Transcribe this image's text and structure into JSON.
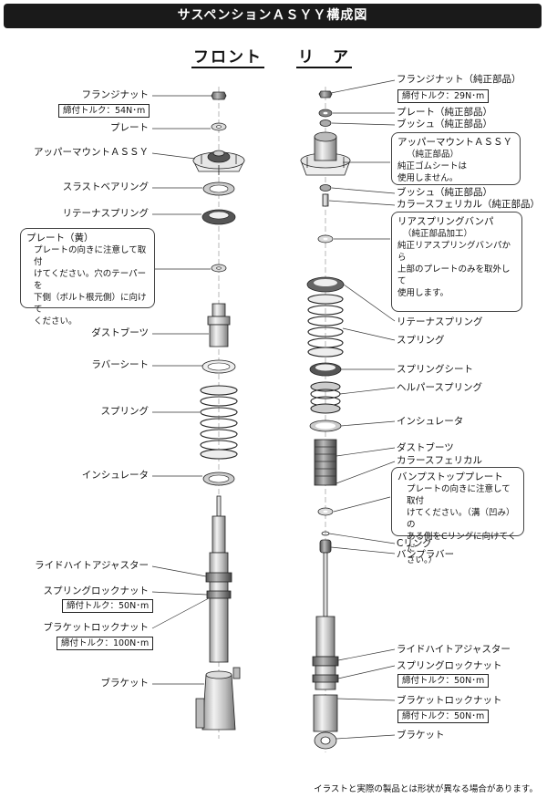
{
  "title": "サスペンションＡＳＹＹ構成図",
  "columns": {
    "front": "フロント",
    "rear": "リ　ア"
  },
  "front": {
    "flange_nut": "フランジナット",
    "flange_nut_torque": "締付トルク：54N･m",
    "plate": "プレート",
    "upper_mount": "アッパーマウントＡＳＳＹ",
    "thrust_bearing": "スラストベアリング",
    "retainer_spring": "リテーナスプリング",
    "dust_boot": "ダストブーツ",
    "rubber_seat": "ラバーシート",
    "spring": "スプリング",
    "insulator": "インシュレータ",
    "ride_height_adjuster": "ライドハイトアジャスター",
    "spring_lock_nut": "スプリングロックナット",
    "spring_lock_nut_torque": "締付トルク：50N･m",
    "bracket_lock_nut": "ブラケットロックナット",
    "bracket_lock_nut_torque": "締付トルク：100N･m",
    "bracket": "ブラケット"
  },
  "plate_note": {
    "head": "プレート（黄）",
    "lines": [
      "プレートの向きに注意して取付",
      "けてください。穴のテーパーを",
      "下側（ボルト根元側）に向けて",
      "ください。"
    ]
  },
  "rear": {
    "flange_nut": "フランジナット（純正部品）",
    "flange_nut_torque": "締付トルク：29N･m",
    "plate": "プレート（純正部品）",
    "bush": "ブッシュ（純正部品）",
    "bush2": "ブッシュ（純正部品）",
    "collar_spherical": "カラースフェリカル（純正部品）",
    "retainer_spring": "リテーナスプリング",
    "spring": "スプリング",
    "spring_seat": "スプリングシート",
    "helper_spring": "ヘルパースプリング",
    "insulator": "インシュレータ",
    "dust_boot": "ダストブーツ",
    "collar_spherical2": "カラースフェリカル",
    "c_ring": "Cリング",
    "bump_rubber": "バンプラバー",
    "ride_height_adjuster": "ライドハイトアジャスター",
    "spring_lock_nut": "スプリングロックナット",
    "spring_lock_nut_torque": "締付トルク：50N･m",
    "bracket_lock_nut": "ブラケットロックナット",
    "bracket_lock_nut_torque": "締付トルク：50N･m",
    "bracket": "ブラケット"
  },
  "upper_mount_note": {
    "head": "アッパーマウントＡＳＳＹ",
    "sub": "（純正部品）",
    "lines": [
      "純正ゴムシートは",
      "使用しません。"
    ]
  },
  "bumper_note": {
    "head": "リアスプリングバンパ",
    "sub": "（純正部品加工）",
    "lines": [
      "純正リアスプリングバンパから",
      "上部のプレートのみを取外して",
      "使用します。"
    ]
  },
  "bump_plate_note": {
    "head": "バンプストッププレート",
    "lines": [
      "プレートの向きに注意して取付",
      "けてください。（溝（凹み）の",
      "ある側をCリングに向けてくだ",
      "さい。）"
    ]
  },
  "footer": "イラストと実際の製品とは形状が異なる場合があります。"
}
